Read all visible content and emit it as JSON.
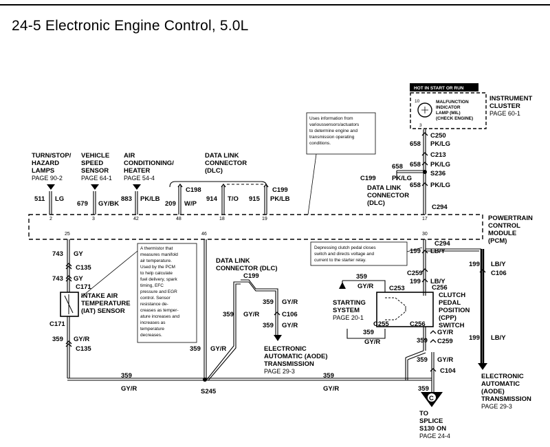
{
  "title": "24-5 Electronic Engine Control, 5.0L",
  "pcm": {
    "label": [
      "POWERTRAIN",
      "CONTROL",
      "MODULE",
      "(PCM)"
    ],
    "pins": [
      "2",
      "3",
      "42",
      "48",
      "18",
      "19",
      "17",
      "25",
      "46",
      "30"
    ]
  },
  "hot_label": "HOT IN START OR RUN",
  "mil": {
    "lines": [
      "MALFUNCTION",
      "INDICATOR",
      "LAMP (MIL)",
      "(CHECK ENGINE)"
    ],
    "pin_top": "10",
    "pin_bot": "3"
  },
  "instrument_cluster": {
    "lines": [
      "INSTRUMENT",
      "CLUSTER"
    ],
    "page": "PAGE 60-1"
  },
  "uses_info_note": [
    "Uses information from",
    "varioussensors/actuators",
    "to determine engine and",
    "transmission operating",
    "conditions."
  ],
  "thermistor_note": [
    "A thermistor that",
    "measures manifold",
    "air temperature.",
    "Used by the PCM",
    "to help calculate",
    "fuel delivery, spark",
    "timing, EFC",
    "pressure and EGR",
    "control. Sensor",
    "resistance de-",
    "creases as temper-",
    "ature increases and",
    "increases as",
    "temperature",
    "decreases."
  ],
  "clutch_note": [
    "Depressing clutch pedal closes",
    "switch and directs voltage and",
    "current to the starter relay."
  ],
  "top_components": [
    {
      "lines": [
        "TURN/STOP/",
        "HAZARD",
        "LAMPS"
      ],
      "page": "PAGE 90-2"
    },
    {
      "lines": [
        "VEHICLE",
        "SPEED",
        "SENSOR"
      ],
      "page": "PAGE 64-1"
    },
    {
      "lines": [
        "AIR",
        "CONDITIONING/",
        "HEATER"
      ],
      "page": "PAGE 54-4"
    }
  ],
  "dlc_top": {
    "lines": [
      "DATA LINK",
      "CONNECTOR",
      "(DLC)"
    ]
  },
  "dlc_right": {
    "lines": [
      "DATA LINK",
      "CONNECTOR",
      "(DLC)"
    ]
  },
  "dlc_mid": {
    "lines": [
      "DATA LINK",
      "CONNECTOR  (DLC)"
    ]
  },
  "iat": {
    "lines": [
      "INTAKE  AIR",
      "TEMPERATURE",
      "(IAT)  SENSOR"
    ]
  },
  "aode_mid": {
    "lines": [
      "ELECTRONIC",
      "AUTOMATIC  (AODE)",
      "TRANSMISSION"
    ],
    "page": "PAGE  29-3"
  },
  "aode_right": {
    "lines": [
      "ELECTRONIC",
      "AUTOMATIC",
      "(AODE)",
      "TRANSMISSION"
    ],
    "page": "PAGE  29-3"
  },
  "starting": {
    "lines": [
      "STARTING",
      "SYSTEM"
    ],
    "page": "PAGE  20-1"
  },
  "cpp": {
    "lines": [
      "CLUTCH",
      "PEDAL",
      "POSITION",
      "(CPP)",
      "SWITCH"
    ]
  },
  "splice_dest": {
    "lines": [
      "TO",
      "SPLICE",
      "S130 ON"
    ],
    "page": "PAGE 24-4"
  },
  "wires": {
    "w511": "511",
    "lg": "LG",
    "w679": "679",
    "gybk": "GY/BK",
    "w883": "883",
    "pklb": "PK/LB",
    "w209": "209",
    "wp": "W/P",
    "w914": "914",
    "to": "T/O",
    "w915": "915",
    "pklb2": "PK/LB",
    "w743a": "743",
    "gy1": "GY",
    "w743b": "743",
    "gy2": "GY",
    "w359": "359",
    "gyr": "GY/R",
    "w658": "658",
    "pklg": "PK/LG",
    "w199": "199",
    "lby": "LB/Y"
  },
  "connectors": {
    "c135": "C135",
    "c171": "C171",
    "c198": "C198",
    "c199": "C199",
    "c106": "C106",
    "c250": "C250",
    "c213": "C213",
    "s236": "S236",
    "c294": "C294",
    "c259": "C259",
    "c256": "C256",
    "c253": "C253",
    "c255": "C255",
    "c104": "C104",
    "s245": "S245",
    "splice_c": "C"
  }
}
